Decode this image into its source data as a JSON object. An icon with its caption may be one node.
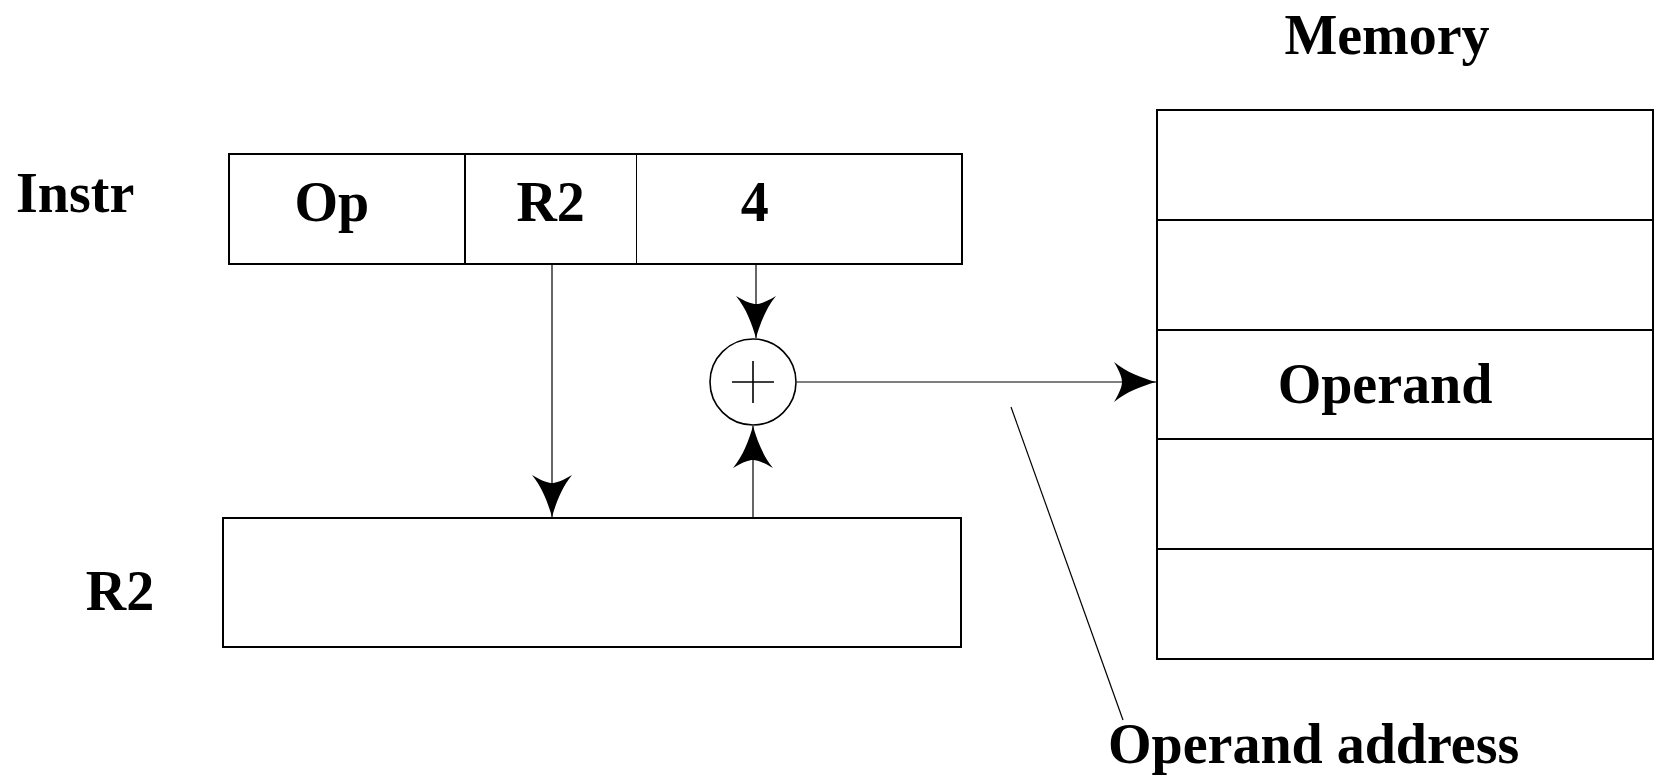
{
  "diagram": {
    "nodes": [
      {
        "text": [
          "Instr"
        ]
      },
      {
        "text": [
          "Op"
        ],
        "in": 0
      },
      {
        "text": [
          "R2"
        ],
        "in": 0
      },
      {
        "text": [
          "4"
        ],
        "in": 0
      },
      {
        "text": [],
        "shape": "circle"
      },
      {
        "text": [
          "R2"
        ]
      },
      {
        "text": [
          "Memory"
        ]
      },
      {
        "text": [],
        "shape": "box",
        "in": 6
      },
      {
        "text": [],
        "shape": "box",
        "in": 6
      },
      {
        "text": [
          "Operand"
        ],
        "in": 6
      },
      {
        "text": [],
        "shape": "box",
        "in": 6
      },
      {
        "text": [],
        "shape": "box",
        "in": 6
      },
      {
        "text": [
          "Operand address"
        ]
      }
    ],
    "edges": [
      {
        "from": 2,
        "to": 5,
        "arrow": "to"
      },
      {
        "from": 3,
        "to": 4,
        "arrow": "to"
      },
      {
        "from": 5,
        "to": 4,
        "arrow": "to"
      },
      {
        "from": 4,
        "to": 9,
        "arrow": "to"
      },
      {
        "from": 12,
        "to": null,
        "arrow": "none"
      }
    ]
  }
}
